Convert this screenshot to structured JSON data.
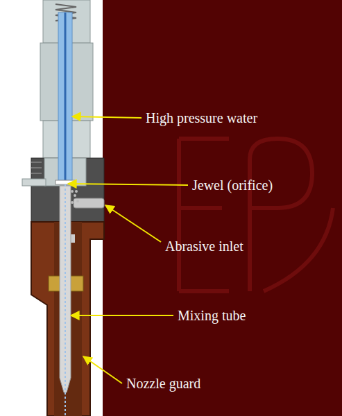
{
  "diagram": {
    "labels": [
      "High pressure water",
      "Jewel (orifice)",
      "Abrasive inlet",
      "Mixing tube",
      "Nozzle guard"
    ]
  }
}
